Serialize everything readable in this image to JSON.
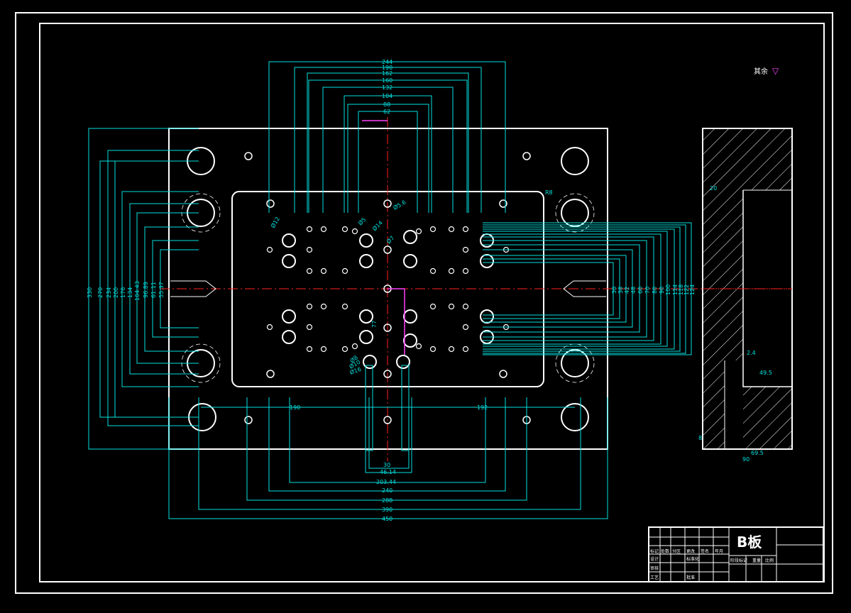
{
  "colors": {
    "outline": "#ffffff",
    "dimension": "#00e0e0",
    "centerline": "#ff2020",
    "accent": "#ff40ff"
  },
  "note": {
    "text": "其余",
    "symbol": "▽"
  },
  "title_block": {
    "part_name": "B板",
    "cells": [
      "标记",
      "处数",
      "分区",
      "更改",
      "签名",
      "年月",
      "设计",
      "标准化",
      "阶段标记",
      "重量",
      "比例",
      "审核",
      "工艺",
      "批准"
    ]
  },
  "dims_top": [
    "244",
    "190",
    "162",
    "160",
    "132",
    "104",
    "88",
    "62"
  ],
  "dims_bottom": [
    "30",
    "46.14",
    "203.44",
    "240",
    "288",
    "390",
    "450"
  ],
  "dims_left": [
    "330",
    "270",
    "234",
    "200",
    "176",
    "134",
    "104.43",
    "96.89",
    "61.11",
    "55.37"
  ],
  "dims_right": [
    "36",
    "38",
    "42",
    "48",
    "60",
    "70",
    "80",
    "90",
    "100",
    "114",
    "118",
    "122",
    "124"
  ],
  "dims_mid": [
    "190",
    "192"
  ],
  "callouts": [
    "R8",
    "Ø5.6",
    "Ø12",
    "Ø5",
    "Ø14",
    "Ø7",
    "77",
    "Ø8",
    "Ø10",
    "Ø16"
  ],
  "side_dims": [
    "20",
    "2.4",
    "49.5",
    "8",
    "69.5",
    "90"
  ]
}
